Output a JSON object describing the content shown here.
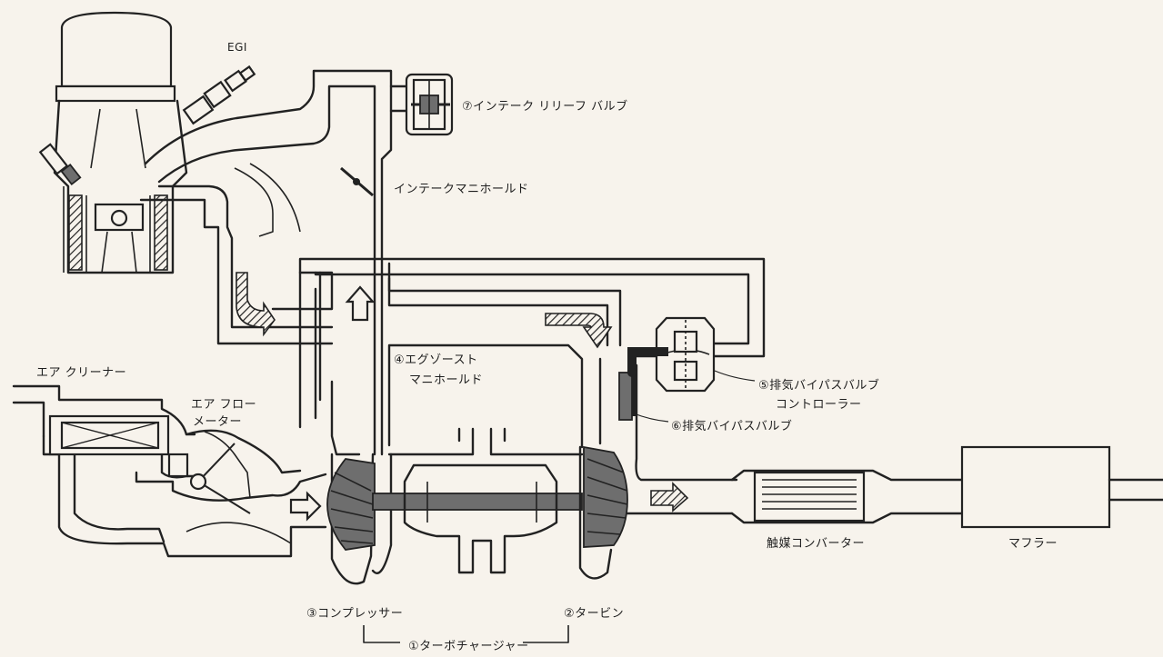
{
  "labels": {
    "egi": "EGI",
    "intake_relief_valve": "⑦インテーク リリーフ バルブ",
    "intake_manifold": "インテークマニホールド",
    "exhaust_manifold_line1": "④エグゾースト",
    "exhaust_manifold_line2": "マニホールド",
    "bypass_controller_line1": "⑤排気バイパスバルブ",
    "bypass_controller_line2": "コントローラー",
    "bypass_valve": "⑥排気バイパスバルブ",
    "air_cleaner": "エア クリーナー",
    "air_flow_meter_line1": "エア フロー",
    "air_flow_meter_line2": "メーター",
    "catalytic_converter": "触媒コンバーター",
    "muffler": "マフラー",
    "compressor": "③コンプレッサー",
    "turbine": "②タービン",
    "turbocharger": "①ターボチャージャー"
  }
}
